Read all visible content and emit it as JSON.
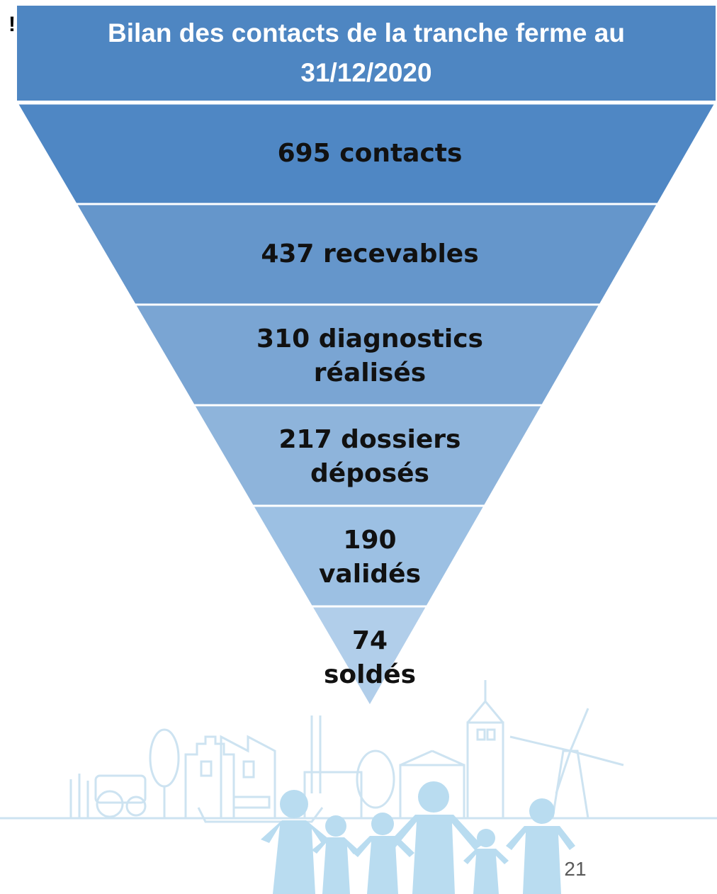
{
  "title": "Bilan des contacts de la tranche ferme  au\n31/12/2020",
  "corner_mark": "!",
  "funnel": {
    "levels": [
      {
        "label": "695 contacts",
        "value": 695
      },
      {
        "label": "437 recevables",
        "value": 437
      },
      {
        "label": "310 diagnostics\nréalisés",
        "value": 310
      },
      {
        "label": "217 dossiers\ndéposés",
        "value": 217
      },
      {
        "label": "190\nvalidés",
        "value": 190
      },
      {
        "label": "74\nsoldés",
        "value": 74
      }
    ],
    "colors": [
      "#4f87c4",
      "#6596cb",
      "#7aa5d3",
      "#8eb4db",
      "#9cc0e3",
      "#a8c9e8"
    ]
  },
  "page_number": "21",
  "colors": {
    "title_background": "#4e86c2",
    "title_text": "#ffffff",
    "background_illustration": "#cde3f1",
    "family_figures": "#b9dcf0"
  }
}
